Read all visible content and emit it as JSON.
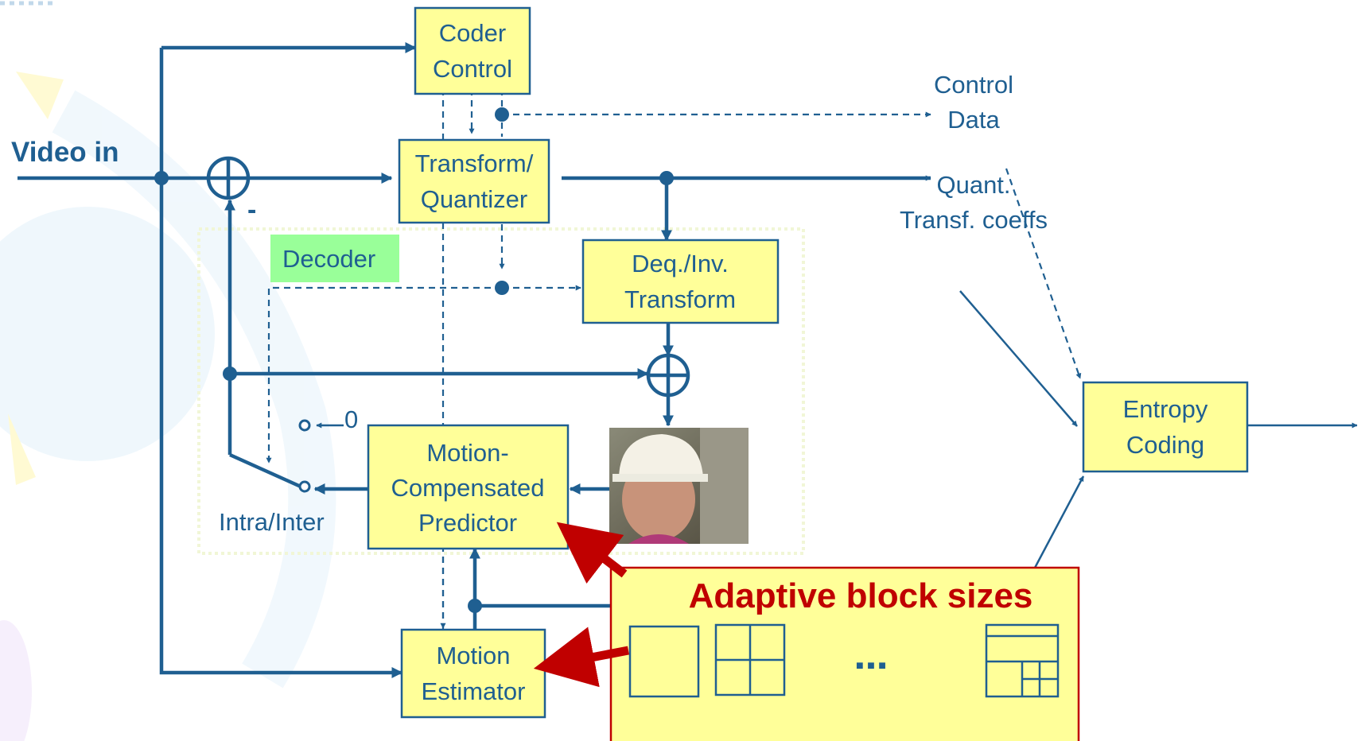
{
  "blocks": {
    "coder_control": [
      "Coder",
      "Control"
    ],
    "transform_quantizer": [
      "Transform/",
      "Quantizer"
    ],
    "deq_inv_transform": [
      "Deq./Inv.",
      "Transform"
    ],
    "mc_predictor": [
      "Motion-",
      "Compensated",
      "Predictor"
    ],
    "motion_estimator": [
      "Motion",
      "Estimator"
    ],
    "entropy_coding": [
      "Entropy",
      "Coding"
    ]
  },
  "labels": {
    "video_in": "Video in",
    "control_data": [
      "Control",
      "Data"
    ],
    "quant_coeffs": [
      "Quant.",
      "Transf. coeffs"
    ],
    "decoder": "Decoder",
    "intra_inter": "Intra/Inter",
    "zero": "0",
    "minus": "-"
  },
  "callout": {
    "title": "Adaptive block sizes",
    "ellipsis": "■   ■   ■"
  },
  "colors": {
    "line": "#1f5f91",
    "block_fill": "#ffff99",
    "decoder_fill": "#99ff99",
    "callout_border": "#c00000",
    "callout_title": "#c00000"
  }
}
